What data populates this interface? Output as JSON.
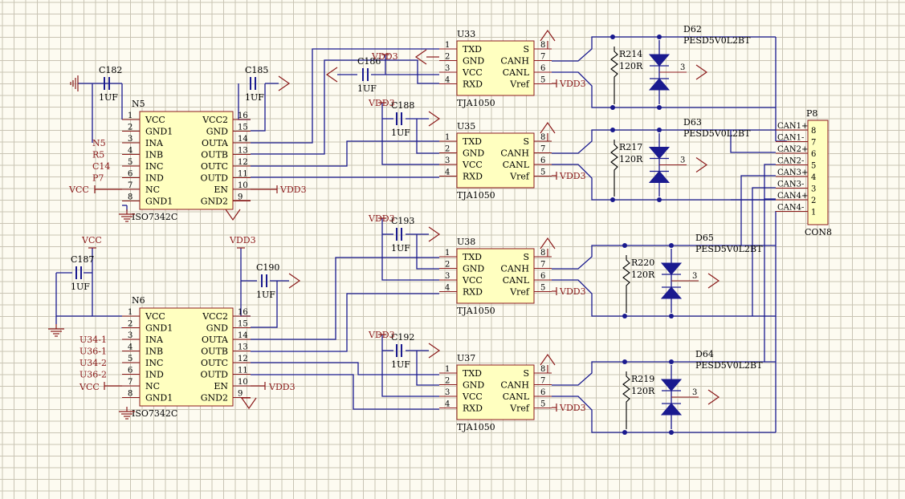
{
  "iso_pins": {
    "left": [
      {
        "num": "1",
        "name": "VCC"
      },
      {
        "num": "2",
        "name": "GND1"
      },
      {
        "num": "3",
        "name": "INA"
      },
      {
        "num": "4",
        "name": "INB"
      },
      {
        "num": "5",
        "name": "INC"
      },
      {
        "num": "6",
        "name": "IND"
      },
      {
        "num": "7",
        "name": "NC"
      },
      {
        "num": "8",
        "name": "GND1"
      }
    ],
    "right": [
      {
        "num": "16",
        "name": "VCC2"
      },
      {
        "num": "15",
        "name": "GND"
      },
      {
        "num": "14",
        "name": "OUTA"
      },
      {
        "num": "13",
        "name": "OUTB"
      },
      {
        "num": "12",
        "name": "OUTC"
      },
      {
        "num": "11",
        "name": "OUTD"
      },
      {
        "num": "10",
        "name": "EN"
      },
      {
        "num": "9",
        "name": "GND2"
      }
    ]
  },
  "iso_chips": [
    {
      "designator": "N5",
      "part": "ISO7342C"
    },
    {
      "designator": "N6",
      "part": "ISO7342C"
    }
  ],
  "n5_inputs": [
    "N5",
    "R5",
    "C14",
    "P7"
  ],
  "n6_inputs": [
    "U34-1",
    "U36-1",
    "U34-2",
    "U36-2"
  ],
  "tja_pins": {
    "left": [
      {
        "num": "1",
        "name": "TXD"
      },
      {
        "num": "2",
        "name": "GND"
      },
      {
        "num": "3",
        "name": "VCC"
      },
      {
        "num": "4",
        "name": "RXD"
      }
    ],
    "right": [
      {
        "num": "8",
        "name": "S"
      },
      {
        "num": "7",
        "name": "CANH"
      },
      {
        "num": "6",
        "name": "CANL"
      },
      {
        "num": "5",
        "name": "Vref"
      }
    ]
  },
  "tja_chips": [
    {
      "designator": "U33",
      "part": "TJA1050"
    },
    {
      "designator": "U35",
      "part": "TJA1050"
    },
    {
      "designator": "U38",
      "part": "TJA1050"
    },
    {
      "designator": "U37",
      "part": "TJA1050"
    }
  ],
  "capacitors": [
    {
      "des": "C182",
      "val": "1UF"
    },
    {
      "des": "C185",
      "val": "1UF"
    },
    {
      "des": "C186",
      "val": "1UF"
    },
    {
      "des": "C188",
      "val": "1UF"
    },
    {
      "des": "C187",
      "val": "1UF"
    },
    {
      "des": "C190",
      "val": "1UF"
    },
    {
      "des": "C193",
      "val": "1UF"
    },
    {
      "des": "C192",
      "val": "1UF"
    }
  ],
  "resistors": [
    {
      "des": "R214",
      "val": "120R"
    },
    {
      "des": "R217",
      "val": "120R"
    },
    {
      "des": "R220",
      "val": "120R"
    },
    {
      "des": "R219",
      "val": "120R"
    }
  ],
  "diodes": [
    {
      "des": "D62",
      "part": "PESD5V0L2BT",
      "pin": "3"
    },
    {
      "des": "D63",
      "part": "PESD5V0L2BT",
      "pin": "3"
    },
    {
      "des": "D65",
      "part": "PESD5V0L2BT",
      "pin": "3"
    },
    {
      "des": "D64",
      "part": "PESD5V0L2BT",
      "pin": "3"
    }
  ],
  "connector": {
    "designator": "P8",
    "part": "CON8",
    "pins": [
      "8",
      "7",
      "6",
      "5",
      "4",
      "3",
      "2",
      "1"
    ],
    "nets": [
      "CAN1+",
      "CAN1-",
      "CAN2+",
      "CAN2-",
      "CAN3+",
      "CAN3-",
      "CAN4+",
      "CAN4-"
    ]
  },
  "power": {
    "vcc": "VCC",
    "vdd3": "VDD3"
  }
}
